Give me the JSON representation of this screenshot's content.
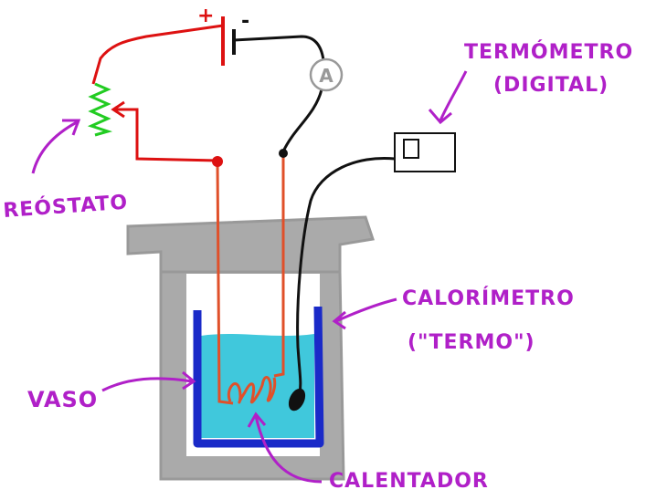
{
  "battery": {
    "plus": "+",
    "minus": "-"
  },
  "ammeter": {
    "symbol": "A"
  },
  "labels": {
    "reostato": "REÓSTATO",
    "termometro_line1": "TERMÓMETRO",
    "termometro_line2": "(DIGITAL)",
    "calorimetro_line1": "CALORÍMETRO",
    "calorimetro_line2": "(\"TERMO\")",
    "vaso": "VASO",
    "calentador": "CALENTADOR"
  },
  "colors": {
    "label": "#b020c8",
    "red_wire": "#dd1111",
    "black_wire": "#111111",
    "heater_wire": "#e0502a",
    "rheostat": "#22cc22",
    "calorimeter": "#aaaaaa",
    "vessel": "#1a2ac8",
    "water": "#40c8dc"
  }
}
